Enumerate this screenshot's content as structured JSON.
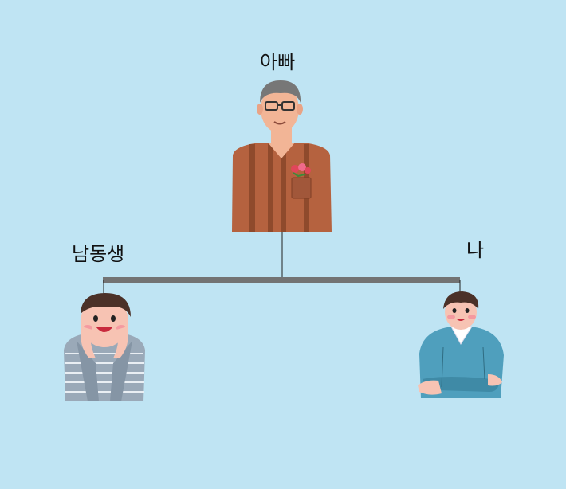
{
  "nodes": {
    "father": {
      "label": "아빠",
      "icon": "father-figure-icon"
    },
    "brother": {
      "label": "남동생",
      "icon": "boy-figure-icon"
    },
    "me": {
      "label": "나",
      "icon": "girl-figure-icon"
    }
  },
  "colors": {
    "background": "#bfe4f3",
    "connector": "#737373",
    "father_shirt": "#b5623f",
    "brother_shirt": "#9aa9b8",
    "me_sweater": "#4f9fbd"
  }
}
